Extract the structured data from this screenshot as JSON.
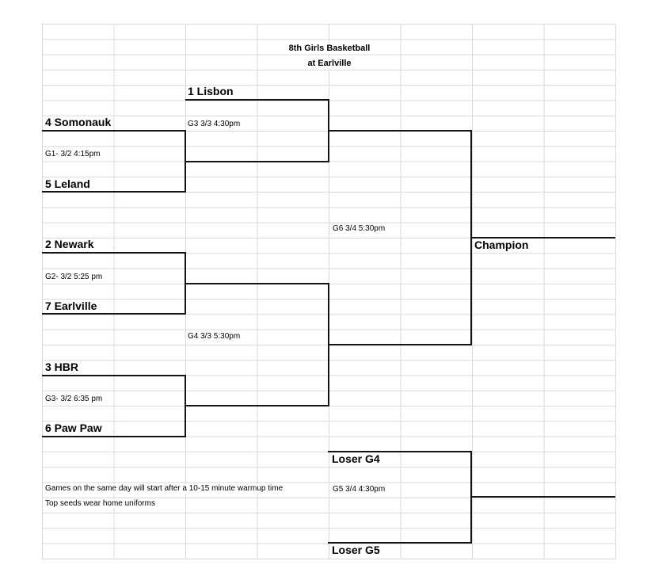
{
  "page": {
    "title_line1": "8th Girls Basketball",
    "title_line2": "at Earlville"
  },
  "bracket": {
    "seeds": {
      "lisbon": "1 Lisbon",
      "somonauk": "4 Somonauk",
      "leland": "5 Leland",
      "newark": "2 Newark",
      "earlville": "7 Earlville",
      "hbr": "3 HBR",
      "pawpaw": "6 Paw Paw"
    },
    "games": {
      "g1": "G1- 3/2 4:15pm",
      "g2": "G2- 3/2 5:25 pm",
      "g3": "G3- 3/2 6:35 pm",
      "semi1": "G3 3/3 4:30pm",
      "semi2": "G4 3/3 5:30pm",
      "final": "G6 3/4 5:30pm",
      "consolation": "G5 3/4 4:30pm"
    },
    "consolation": {
      "top": "Loser G4",
      "bottom": "Loser G5"
    },
    "champion_label": "Champion"
  },
  "notes": {
    "line1": "Games on the same day will start after a 10-15 minute warmup time",
    "line2": "Top seeds wear home uniforms"
  },
  "colors": {
    "background": "#ffffff",
    "gridline": "#d9d9d9",
    "bracket_line": "#151515",
    "text": "#000000"
  }
}
